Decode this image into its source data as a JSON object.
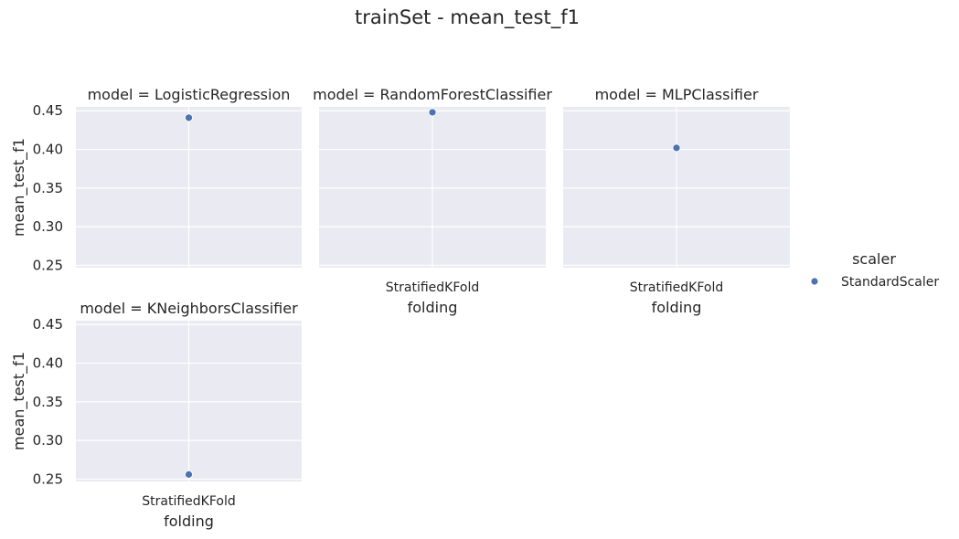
{
  "colors": {
    "panel_background": "#eaeaf2",
    "grid": "#ffffff",
    "point": "#4c72b0"
  },
  "chart_data": {
    "type": "scatter",
    "title": "trainSet - mean_test_f1",
    "facet_variable": "model",
    "xlabel": "folding",
    "ylabel": "mean_test_f1",
    "x_categories": [
      "StratifiedKFold"
    ],
    "yticks": [
      "0.25",
      "0.30",
      "0.35",
      "0.40",
      "0.45"
    ],
    "ylim": [
      0.247,
      0.455
    ],
    "grid": true,
    "legend": {
      "title": "scaler",
      "placement": "right",
      "entries": [
        {
          "label": "StandardScaler"
        }
      ]
    },
    "panels": [
      {
        "title": "model = LogisticRegression",
        "points": [
          {
            "x": "StratifiedKFold",
            "y": 0.441,
            "series": "StandardScaler"
          }
        ]
      },
      {
        "title": "model = RandomForestClassifier",
        "points": [
          {
            "x": "StratifiedKFold",
            "y": 0.448,
            "series": "StandardScaler"
          }
        ]
      },
      {
        "title": "model = MLPClassifier",
        "points": [
          {
            "x": "StratifiedKFold",
            "y": 0.402,
            "series": "StandardScaler"
          }
        ]
      },
      {
        "title": "model = KNeighborsClassifier",
        "points": [
          {
            "x": "StratifiedKFold",
            "y": 0.256,
            "series": "StandardScaler"
          }
        ]
      }
    ]
  }
}
